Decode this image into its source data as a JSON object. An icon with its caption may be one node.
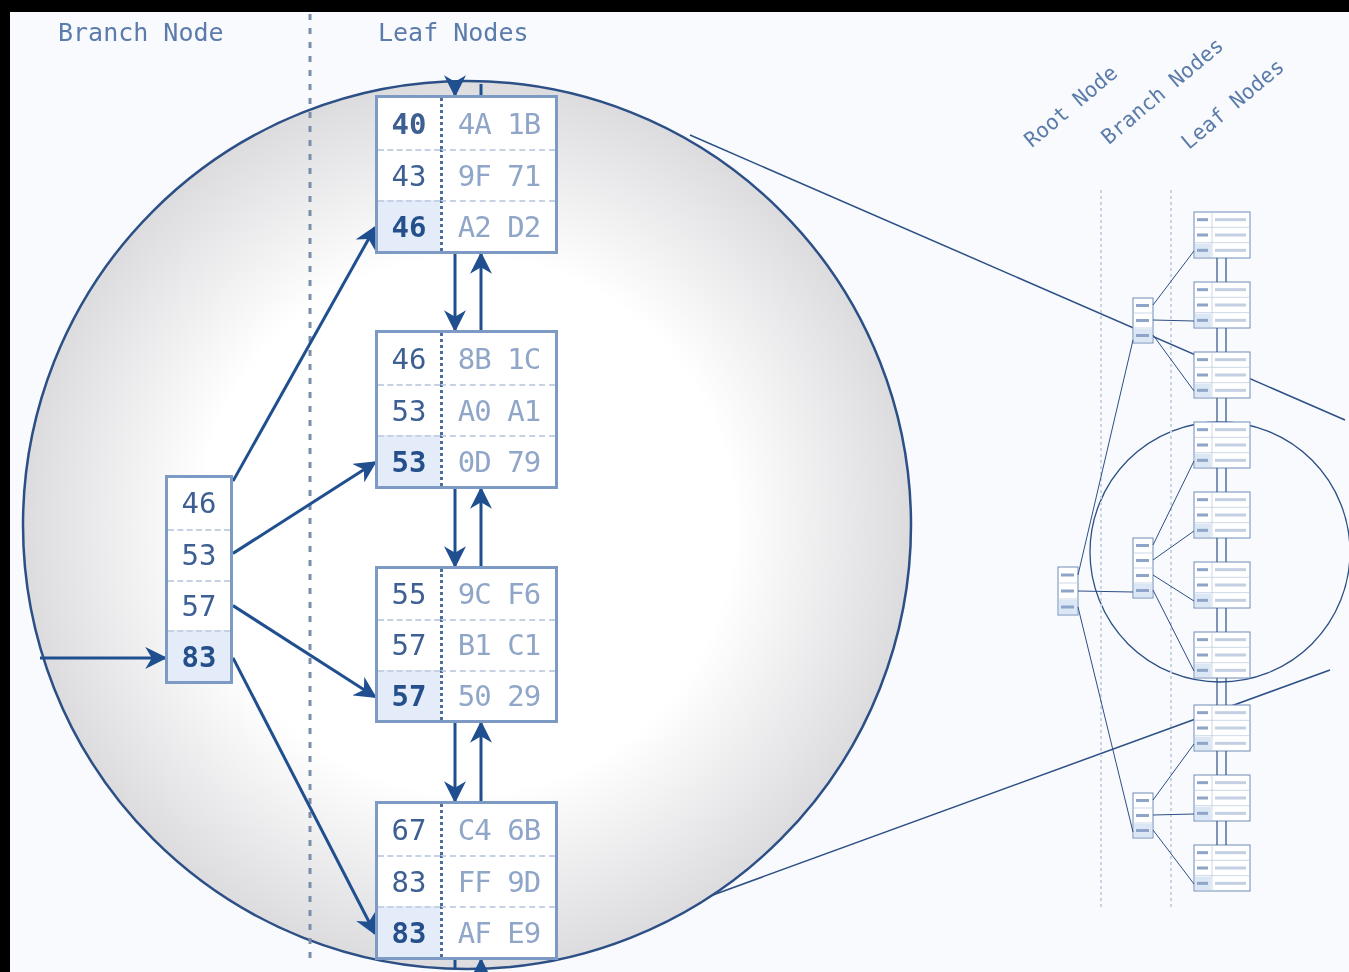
{
  "diagram": {
    "nodes": [
      {
        "text": [
          "46",
          "53",
          "57",
          "83"
        ]
      },
      {
        "text": [
          "40",
          "4A 1B",
          "43",
          "9F 71",
          "46",
          "A2 D2"
        ]
      },
      {
        "text": [
          "46",
          "8B 1C",
          "53",
          "A0 A1",
          "53",
          "0D 79"
        ]
      },
      {
        "text": [
          "55",
          "9C F6",
          "57",
          "B1 C1",
          "57",
          "50 29"
        ]
      },
      {
        "text": [
          "67",
          "C4 6B",
          "83",
          "FF 9D",
          "83",
          "AF E9"
        ]
      }
    ],
    "edges": [
      {
        "from": 0,
        "to": 1,
        "arrow": "to"
      },
      {
        "from": 0,
        "to": 2,
        "arrow": "to"
      },
      {
        "from": 0,
        "to": 3,
        "arrow": "to"
      },
      {
        "from": 0,
        "to": 4,
        "arrow": "to"
      },
      {
        "from": null,
        "to": 0,
        "arrow": "to"
      },
      {
        "from": 1,
        "to": 2,
        "arrow": "to"
      },
      {
        "from": 2,
        "to": 1,
        "arrow": "to"
      },
      {
        "from": 2,
        "to": 3,
        "arrow": "to"
      },
      {
        "from": 3,
        "to": 2,
        "arrow": "to"
      },
      {
        "from": 3,
        "to": 4,
        "arrow": "to"
      },
      {
        "from": 4,
        "to": 3,
        "arrow": "to"
      },
      {
        "from": null,
        "to": 1,
        "arrow": "to"
      },
      {
        "from": 1,
        "to": null,
        "arrow": "none"
      },
      {
        "from": 4,
        "to": null,
        "arrow": "none"
      },
      {
        "from": null,
        "to": 4,
        "arrow": "to"
      }
    ],
    "labels": [
      "Branch Node",
      "Leaf Nodes",
      "Root Node",
      "Branch Nodes",
      "Leaf Nodes"
    ]
  }
}
